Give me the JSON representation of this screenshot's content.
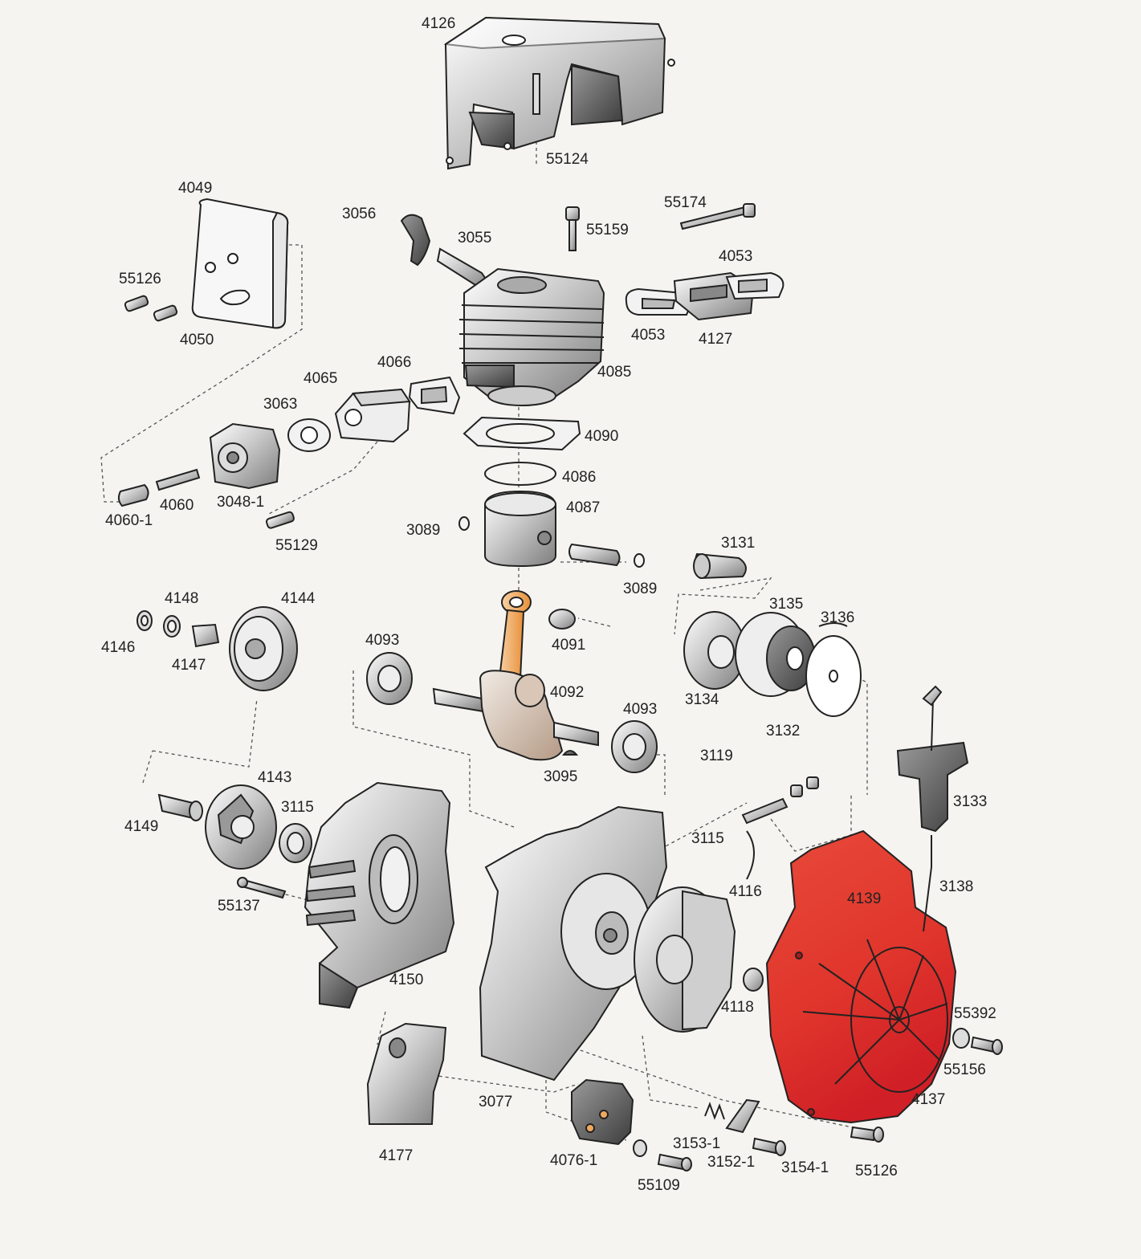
{
  "colors": {
    "background": "#f5f4f1",
    "highlight_red": "#e0352c",
    "highlight_orange": "#f0a860",
    "metal": "#c9c9c9",
    "line": "#222222"
  },
  "parts": {
    "p4126": "4126",
    "p55124": "55124",
    "p4049": "4049",
    "p55126_top": "55126",
    "p4050": "4050",
    "p3056": "3056",
    "p3055": "3055",
    "p55159": "55159",
    "p55174": "55174",
    "p4053_top": "4053",
    "p4053_bottom": "4053",
    "p4127": "4127",
    "p4085": "4085",
    "p4066": "4066",
    "p4065": "4065",
    "p3063": "3063",
    "p4090": "4090",
    "p4086": "4086",
    "p4087": "4087",
    "p3048_1": "3048-1",
    "p4060": "4060",
    "p4060_1": "4060-1",
    "p55129": "55129",
    "p3089_left": "3089",
    "p3089_right": "3089",
    "p3131": "3131",
    "p3135": "3135",
    "p3136": "3136",
    "p3134": "3134",
    "p3132": "3132",
    "p4148": "4148",
    "p4144": "4144",
    "p4146": "4146",
    "p4147": "4147",
    "p4093_left": "4093",
    "p4091": "4091",
    "p4092": "4092",
    "p4093_right": "4093",
    "p3119": "3119",
    "p3095": "3095",
    "p4143": "4143",
    "p3115_left": "3115",
    "p4149": "4149",
    "p55137": "55137",
    "p4150": "4150",
    "p3115_right": "3115",
    "p4116": "4116",
    "p3133": "3133",
    "p3138": "3138",
    "p4139": "4139",
    "p4118": "4118",
    "p55392": "55392",
    "p55156": "55156",
    "p4137": "4137",
    "p4177": "4177",
    "p3077": "3077",
    "p4076_1": "4076-1",
    "p55109": "55109",
    "p3153_1": "3153-1",
    "p3152_1": "3152-1",
    "p3154_1": "3154-1",
    "p55126_bottom": "55126"
  }
}
